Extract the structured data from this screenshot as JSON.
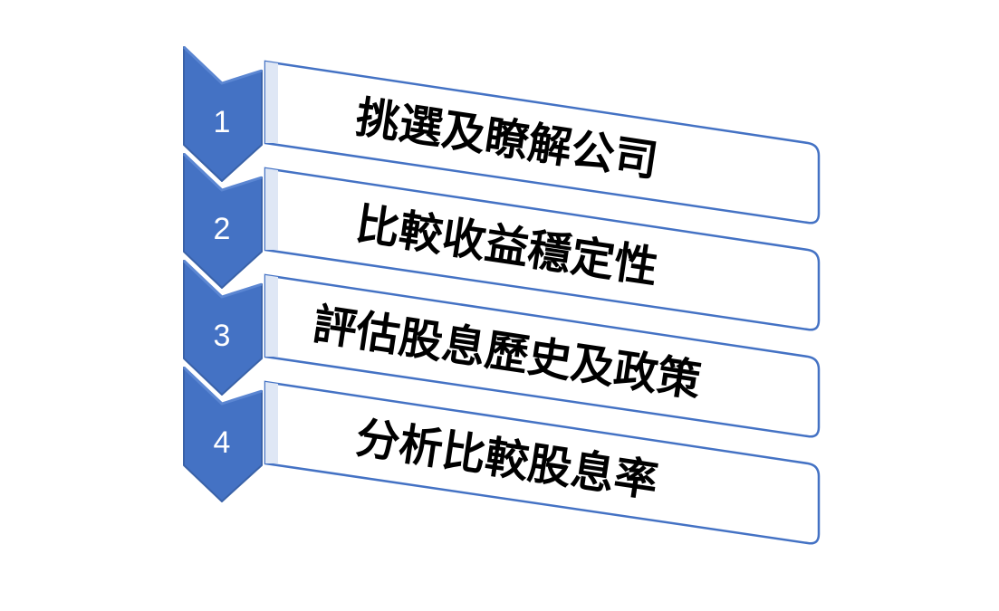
{
  "colors": {
    "chevron_fill": "#4472c4",
    "chevron_stroke": "#3a62a8",
    "box_fill": "#ffffff",
    "box_stroke": "#4472c4",
    "box_accent": "#dfe7f5",
    "label_text": "#000000",
    "number_text": "#ffffff"
  },
  "steps": [
    {
      "number": "1",
      "label": "挑選及瞭解公司"
    },
    {
      "number": "2",
      "label": "比較收益穩定性"
    },
    {
      "number": "3",
      "label": "評估股息歷史及政策"
    },
    {
      "number": "4",
      "label": "分析比較股息率"
    }
  ]
}
